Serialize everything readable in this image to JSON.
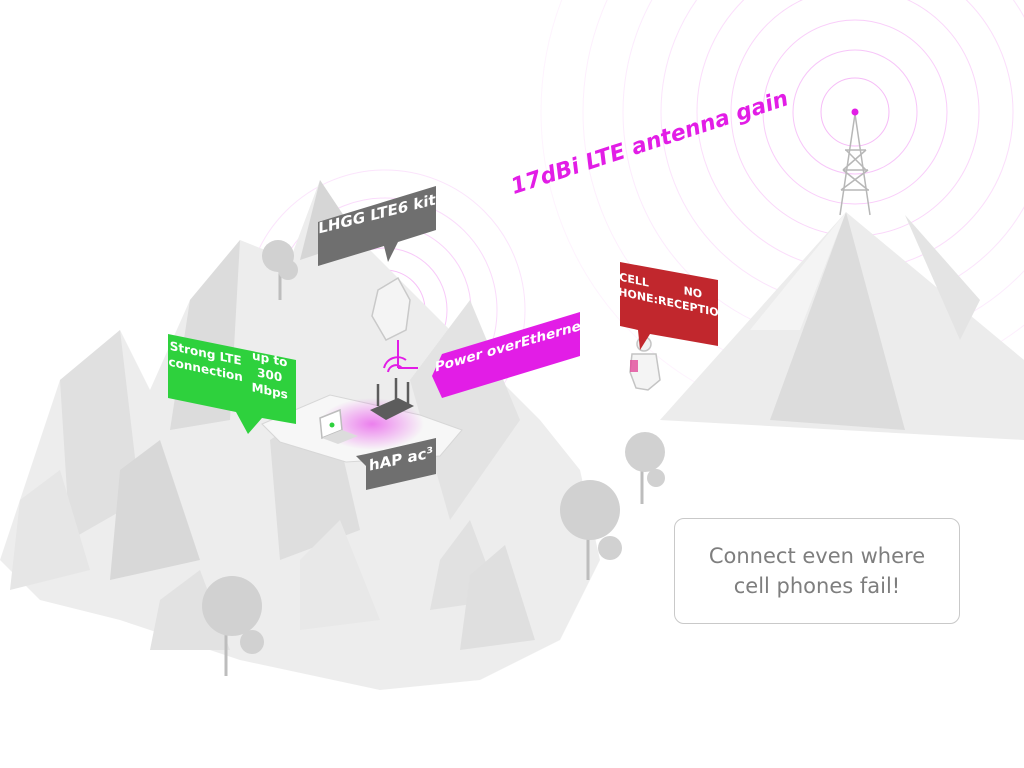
{
  "labels": {
    "lhgg": "LHGG LTE6 kit",
    "hap": "hAP ac³",
    "poe": "Power overEthernet",
    "lte_line1": "Strong LTE connection",
    "lte_line2": "up to 300 Mbps",
    "cell_line1": "CELL PHONE:",
    "cell_line2": "NO RECEPTION"
  },
  "antenna_gain": "17dBi LTE antenna gain",
  "tagline_line1": "Connect even where",
  "tagline_line2": "cell phones fail!",
  "colors": {
    "magenta": "#e21de6",
    "green": "#2ed13d",
    "dark_red": "#c1272d",
    "callout_gray": "#6f6f6f",
    "mountain_light": "#efefef",
    "mountain_mid": "#e2e2e2",
    "mountain_dark": "#cfcfcf",
    "tree": "#d3d3d3",
    "tagline_text": "#7e7e7e"
  },
  "icons": [
    "tower-icon",
    "antenna-icon",
    "router-icon",
    "laptop-icon",
    "person-icon",
    "tree-icon",
    "signal-waves-icon"
  ]
}
